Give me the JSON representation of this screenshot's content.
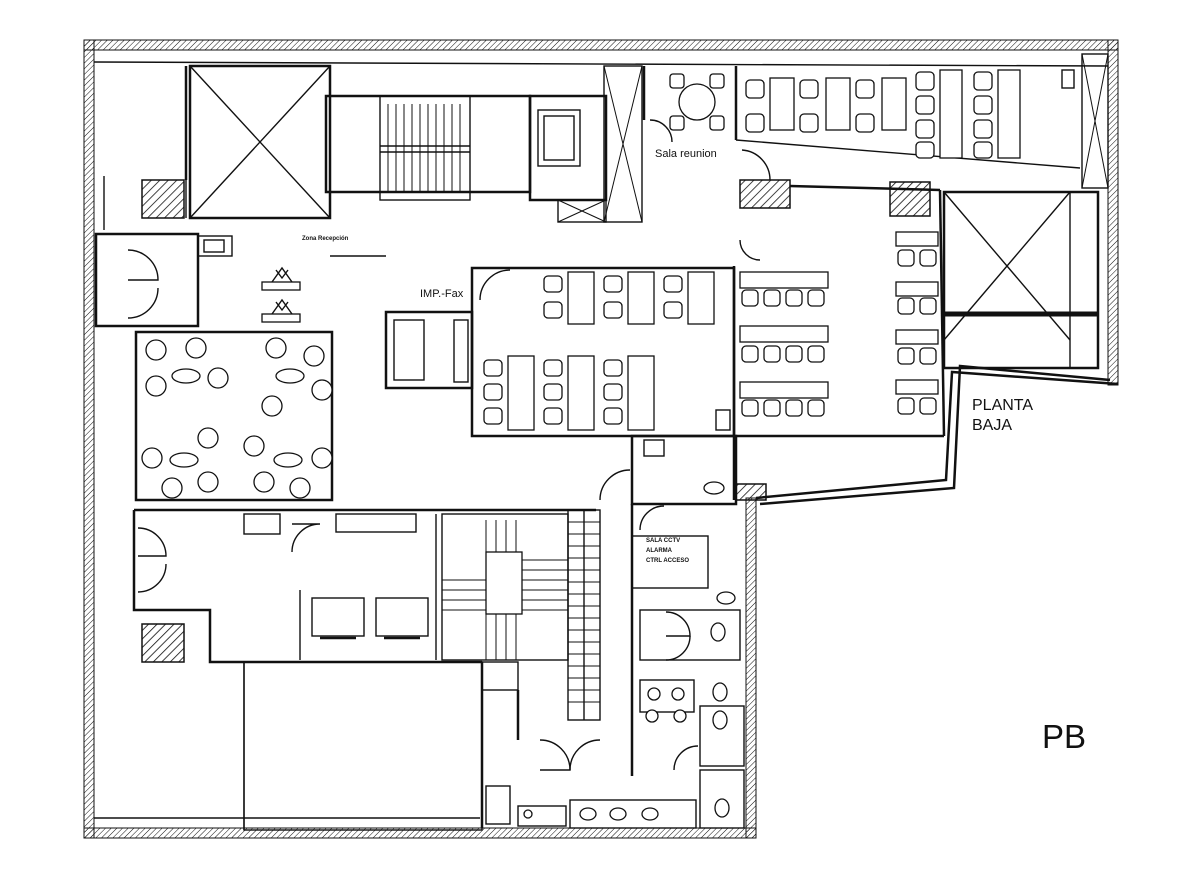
{
  "labels": {
    "sala_reunion": "Sala reunion",
    "imp_fax": "IMP.-Fax",
    "planta": "PLANTA",
    "baja": "BAJA",
    "pb": "PB",
    "sala_cctv_1": "SALA CCTV",
    "sala_cctv_2": "ALARMA",
    "sala_cctv_3": "CTRL ACCESO",
    "small_note": "Zona Recepción"
  }
}
